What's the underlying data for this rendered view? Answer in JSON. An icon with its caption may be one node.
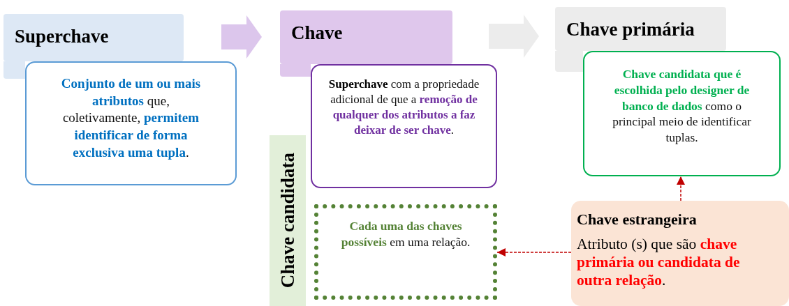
{
  "diagram": {
    "nodes": [
      {
        "text": [
          "Superchave"
        ]
      },
      {
        "text": [
          "**Conjunto de um ou mais atributos** que, coletivamente, **permitem identificar de forma exclusiva uma tupla**."
        ]
      },
      {
        "text": [
          "Chave"
        ]
      },
      {
        "text": [
          "**Superchave** com a propriedade adicional de que a **remoção de qualquer dos atributos a faz deixar de ser chave**."
        ]
      },
      {
        "text": [
          "Chave primária"
        ]
      },
      {
        "text": [
          "**Chave candidata que é escolhida pelo designer de banco de dados** como o principal meio de identificar tuplas."
        ]
      },
      {
        "text": [
          "Chave candidata"
        ]
      },
      {
        "text": [
          "**Cada uma das chaves possíveis** em uma relação."
        ]
      },
      {
        "text": [
          "Chave estrangeira",
          "Atributo (s) que são **chave primária ou candidata de outra relação**."
        ]
      }
    ],
    "edges": [
      {
        "from": 0,
        "to": 2,
        "arrow": "to",
        "style": "thick",
        "color": "#dcc6ec"
      },
      {
        "from": 2,
        "to": 4,
        "arrow": "to",
        "style": "thick",
        "color": "#ececec"
      },
      {
        "from": 8,
        "to": 5,
        "arrow": "to",
        "style": "dashed",
        "color": "#c00000"
      },
      {
        "from": 8,
        "to": 7,
        "arrow": "to",
        "style": "dashed",
        "color": "#c00000"
      }
    ]
  }
}
